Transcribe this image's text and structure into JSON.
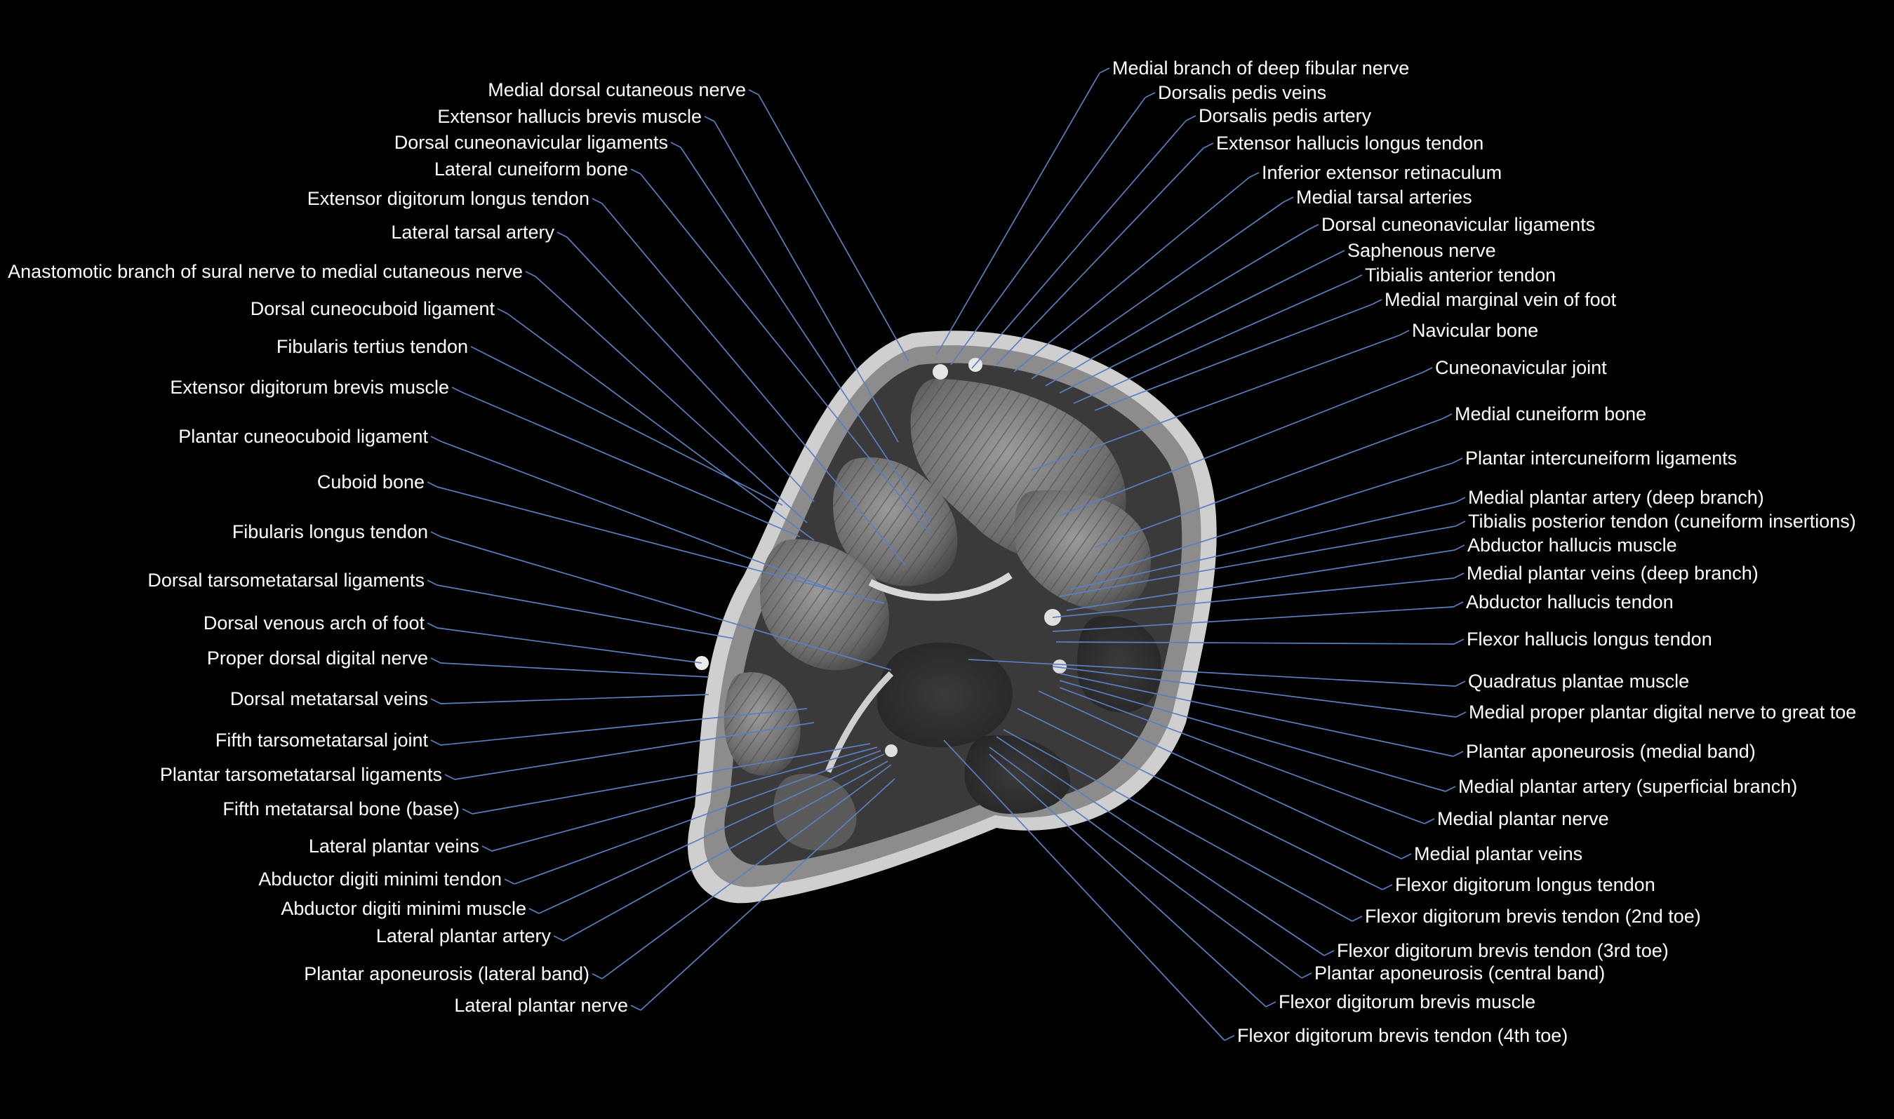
{
  "colors": {
    "background": "#000000",
    "label_text": "#ffffff",
    "leader_line": "#5b7fbf"
  },
  "image": {
    "description_icon": "mri-foot-cross-section-image"
  },
  "labels_left": [
    "Medial dorsal cutaneous nerve",
    "Extensor hallucis brevis muscle",
    "Dorsal cuneonavicular ligaments",
    "Lateral cuneiform bone",
    "Extensor digitorum longus tendon",
    "Lateral tarsal artery",
    "Anastomotic branch of sural nerve to medial cutaneous nerve",
    "Dorsal cuneocuboid ligament",
    "Fibularis tertius tendon",
    "Extensor digitorum brevis muscle",
    "Plantar cuneocuboid ligament",
    "Cuboid bone",
    "Fibularis longus tendon",
    "Dorsal tarsometatarsal ligaments",
    "Dorsal venous arch of foot",
    "Proper dorsal digital nerve",
    "Dorsal metatarsal veins",
    "Fifth tarsometatarsal joint",
    "Plantar tarsometatarsal ligaments",
    "Fifth metatarsal bone (base)",
    "Lateral plantar veins",
    "Abductor digiti minimi tendon",
    "Abductor digiti minimi muscle",
    "Lateral plantar artery",
    "Plantar aponeurosis (lateral band)",
    "Lateral plantar nerve"
  ],
  "labels_right": [
    "Medial branch of deep fibular nerve",
    "Dorsalis pedis veins",
    "Dorsalis pedis artery",
    "Extensor hallucis longus tendon",
    "Inferior extensor retinaculum",
    "Medial tarsal arteries",
    "Dorsal cuneonavicular ligaments",
    "Saphenous nerve",
    "Tibialis anterior tendon",
    "Medial marginal vein of foot",
    "Navicular bone",
    "Cuneonavicular joint",
    "Medial cuneiform bone",
    "Plantar intercuneiform ligaments",
    "Medial plantar artery (deep branch)",
    "Tibialis posterior tendon (cuneiform insertions)",
    "Abductor hallucis muscle",
    "Medial plantar veins (deep branch)",
    "Abductor hallucis tendon",
    "Flexor hallucis longus tendon",
    "Quadratus plantae muscle",
    "Medial proper plantar digital nerve to great toe",
    "Plantar aponeurosis (medial band)",
    "Medial plantar artery (superficial branch)",
    "Medial plantar nerve",
    "Medial plantar veins",
    "Flexor digitorum longus tendon",
    "Flexor digitorum brevis tendon (2nd toe)",
    "Flexor digitorum brevis tendon (3rd toe)",
    "Plantar aponeurosis (central band)",
    "Flexor digitorum brevis muscle",
    "Flexor digitorum brevis tendon (4th toe)"
  ]
}
